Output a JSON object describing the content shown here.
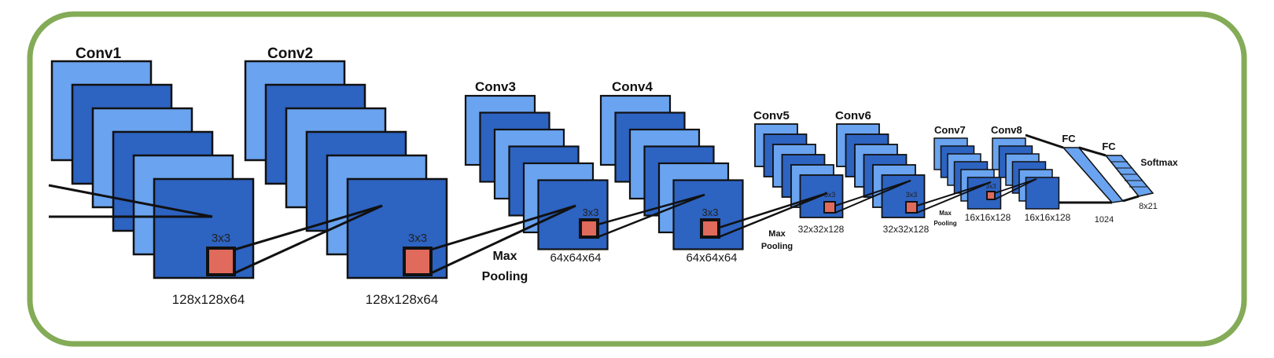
{
  "colors": {
    "frame_border": "#84ab57",
    "light_block": "#6aa3ef",
    "dark_block": "#2d63c1",
    "outline": "#111111",
    "kernel_fill": "#e06a5c",
    "line": "#111111"
  },
  "layers": [
    {
      "name": "Conv1",
      "dims": "128x128x64",
      "kernel": "3x3"
    },
    {
      "name": "Conv2",
      "dims": "128x128x64",
      "kernel": "3x3"
    },
    {
      "name": "Conv3",
      "dims": "64x64x64",
      "kernel": "3x3"
    },
    {
      "name": "Conv4",
      "dims": "64x64x64",
      "kernel": "3x3"
    },
    {
      "name": "Conv5",
      "dims": "32x32x128",
      "kernel": "3x3"
    },
    {
      "name": "Conv6",
      "dims": "32x32x128",
      "kernel": "3x3"
    },
    {
      "name": "Conv7",
      "dims": "16x16x128",
      "kernel": "3x3"
    },
    {
      "name": "Conv8",
      "dims": "16x16x128",
      "kernel": ""
    }
  ],
  "pooling": [
    {
      "line1": "Max",
      "line2": "Pooling"
    },
    {
      "line1": "Max",
      "line2": "Pooling"
    },
    {
      "line1": "Max",
      "line2": "Pooling"
    }
  ],
  "fc_layers": [
    {
      "name": "FC",
      "dims": "1024"
    },
    {
      "name": "FC",
      "dims": "8x21"
    }
  ],
  "softmax": {
    "label": "Softmax"
  }
}
